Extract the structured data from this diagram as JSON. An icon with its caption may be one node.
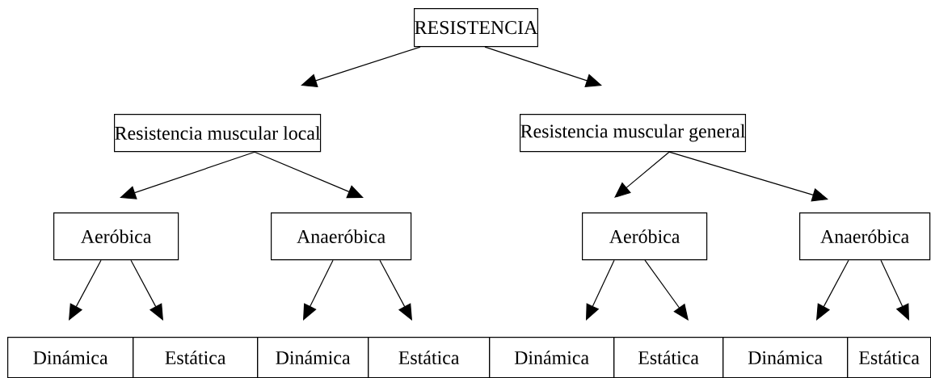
{
  "diagram": {
    "nodes": [
      {
        "text": [
          "RESISTENCIA"
        ]
      },
      {
        "text": [
          "Resistencia muscular local"
        ]
      },
      {
        "text": [
          "Resistencia muscular general"
        ]
      },
      {
        "text": [
          "Aeróbica"
        ]
      },
      {
        "text": [
          "Anaeróbica"
        ]
      },
      {
        "text": [
          "Aeróbica"
        ]
      },
      {
        "text": [
          "Anaeróbica"
        ]
      },
      {
        "text": [
          "Dinámica"
        ]
      },
      {
        "text": [
          "Estática"
        ]
      },
      {
        "text": [
          "Dinámica"
        ]
      },
      {
        "text": [
          "Estática"
        ]
      },
      {
        "text": [
          "Dinámica"
        ]
      },
      {
        "text": [
          "Estática"
        ]
      },
      {
        "text": [
          "Dinámica"
        ]
      },
      {
        "text": [
          "Estática"
        ]
      }
    ],
    "edges": [
      {
        "from": 0,
        "to": 1,
        "arrow": "to"
      },
      {
        "from": 0,
        "to": 2,
        "arrow": "to"
      },
      {
        "from": 1,
        "to": 3,
        "arrow": "to"
      },
      {
        "from": 1,
        "to": 4,
        "arrow": "to"
      },
      {
        "from": 2,
        "to": 5,
        "arrow": "to"
      },
      {
        "from": 2,
        "to": 6,
        "arrow": "to"
      },
      {
        "from": 3,
        "to": 7,
        "arrow": "to"
      },
      {
        "from": 3,
        "to": 8,
        "arrow": "to"
      },
      {
        "from": 4,
        "to": 9,
        "arrow": "to"
      },
      {
        "from": 4,
        "to": 10,
        "arrow": "to"
      },
      {
        "from": 5,
        "to": 11,
        "arrow": "to"
      },
      {
        "from": 5,
        "to": 12,
        "arrow": "to"
      },
      {
        "from": 6,
        "to": 13,
        "arrow": "to"
      },
      {
        "from": 6,
        "to": 14,
        "arrow": "to"
      }
    ]
  }
}
